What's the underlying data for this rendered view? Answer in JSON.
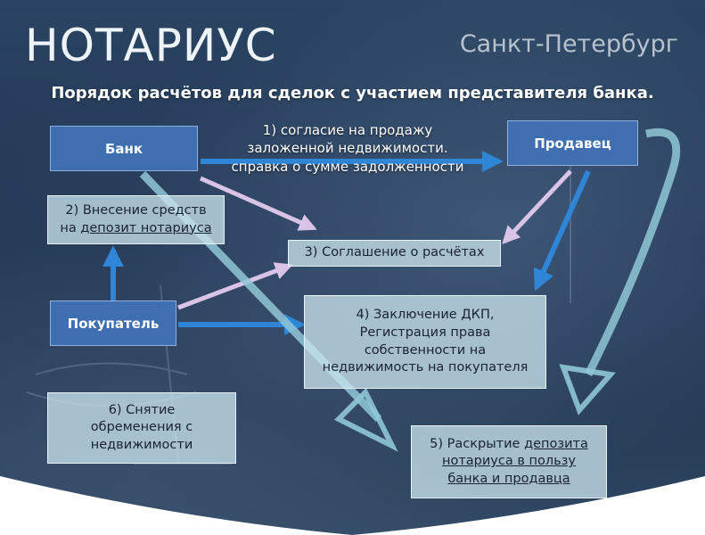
{
  "header": {
    "brand": "НОТАРИУС",
    "city": "Санкт-Петербург",
    "title": "Порядок расчётов для сделок с участием представителя банка."
  },
  "nodes": {
    "bank": "Банк",
    "seller": "Продавец",
    "buyer": "Покупатель"
  },
  "steps": {
    "step1": {
      "line1": "1) согласие на продажу",
      "line2": "заложенной недвижимости.",
      "line3": "справка о сумме задолженности"
    },
    "step2": {
      "line1": "2) Внесение средств",
      "line2_prefix": "на ",
      "line2_link": "депозит нотариуса"
    },
    "step3": {
      "text": "3) Соглашение о расчётах"
    },
    "step4": {
      "line1": "4) Заключение ДКП,",
      "line2": "Регистрация права",
      "line3": "собственности на",
      "line4": "недвижимость на покупателя"
    },
    "step5": {
      "line1_prefix": "5) Раскрытие ",
      "line1_link": "депозита",
      "line2": "нотариуса в пользу",
      "line3": "банка и продавца"
    },
    "step6": {
      "line1": "6) Снятие",
      "line2": "обременения с",
      "line3": "недвижимости"
    }
  },
  "colors": {
    "actor_fill": "#3f6fb0",
    "step_fill": "#c8e1eb",
    "arrow_blue": "#2f86d6",
    "arrow_pink": "#d9c3e6",
    "arrow_teal": "#8fc7d6",
    "wedge": "#ffffff"
  }
}
